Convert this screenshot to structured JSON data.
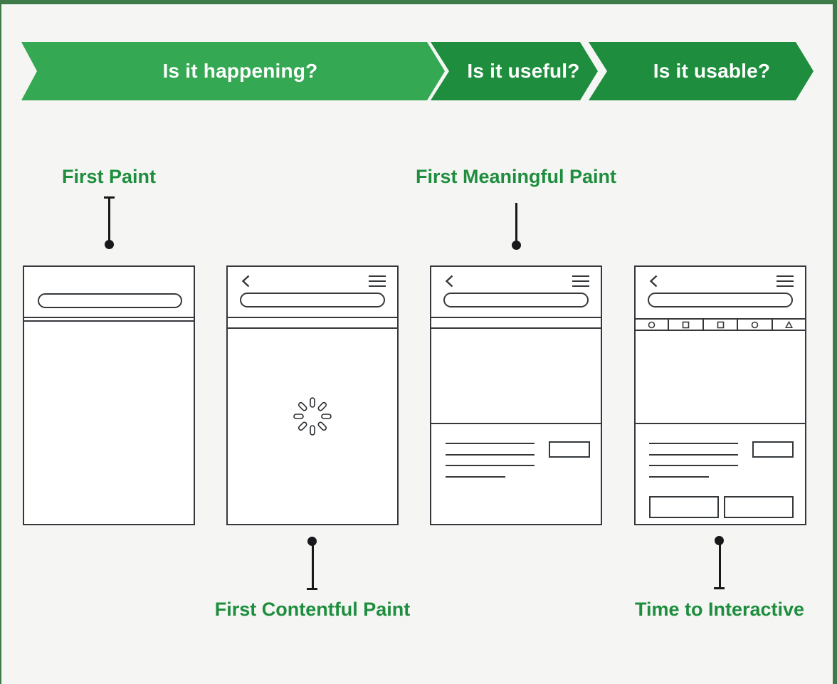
{
  "colors": {
    "background": "#f5f5f3",
    "frame_border": "#3e7b49",
    "banner_light_green": "#34a853",
    "banner_dark_green": "#1e8e3e",
    "label_green": "#1e8e3e",
    "ink": "#35383b",
    "phone_fill": "#ffffff"
  },
  "banner": {
    "segments": [
      {
        "label": "Is it happening?"
      },
      {
        "label": "Is it useful?"
      },
      {
        "label": "Is it usable?"
      }
    ]
  },
  "labels": {
    "first_paint": "First Paint",
    "first_meaningful_paint": "First Meaningful Paint",
    "first_contentful_paint": "First Contentful Paint",
    "time_to_interactive": "Time to Interactive"
  },
  "phones": [
    {
      "metric": "First Paint",
      "elements": [
        "search-bar"
      ]
    },
    {
      "metric": "First Contentful Paint",
      "elements": [
        "back-arrow",
        "menu",
        "search-bar",
        "loading-spinner"
      ]
    },
    {
      "metric": "First Meaningful Paint",
      "elements": [
        "back-arrow",
        "menu",
        "search-bar",
        "text-lines",
        "button"
      ]
    },
    {
      "metric": "Time to Interactive",
      "elements": [
        "back-arrow",
        "menu",
        "search-bar",
        "icon-toolbar",
        "text-lines",
        "button",
        "action-buttons"
      ],
      "toolbar_icons": [
        "circle",
        "square",
        "square",
        "circle",
        "triangle"
      ]
    }
  ]
}
